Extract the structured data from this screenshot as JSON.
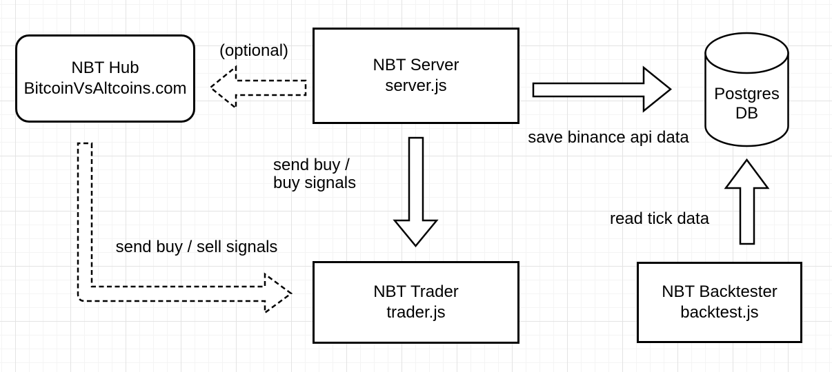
{
  "nodes": {
    "hub": {
      "title": "NBT Hub",
      "subtitle": "BitcoinVsAltcoins.com"
    },
    "server": {
      "title": "NBT Server",
      "subtitle": "server.js"
    },
    "postgres": {
      "title": "Postgres",
      "subtitle": "DB"
    },
    "trader": {
      "title": "NBT Trader",
      "subtitle": "trader.js"
    },
    "backtester": {
      "title": "NBT Backtester",
      "subtitle": "backtest.js"
    }
  },
  "labels": {
    "optional": "(optional)",
    "send_buy_buy_line1": "send buy /",
    "send_buy_buy_line2": "buy signals",
    "send_buy_sell": "send buy / sell signals",
    "save_binance": "save binance api data",
    "read_tick": "read tick data"
  },
  "colors": {
    "stroke": "#000000",
    "node_fill": "#ffffff",
    "background": "#ffffff",
    "grid_minor": "#f4f4f4",
    "grid_major": "#e3e3e3",
    "text": "#000000"
  }
}
